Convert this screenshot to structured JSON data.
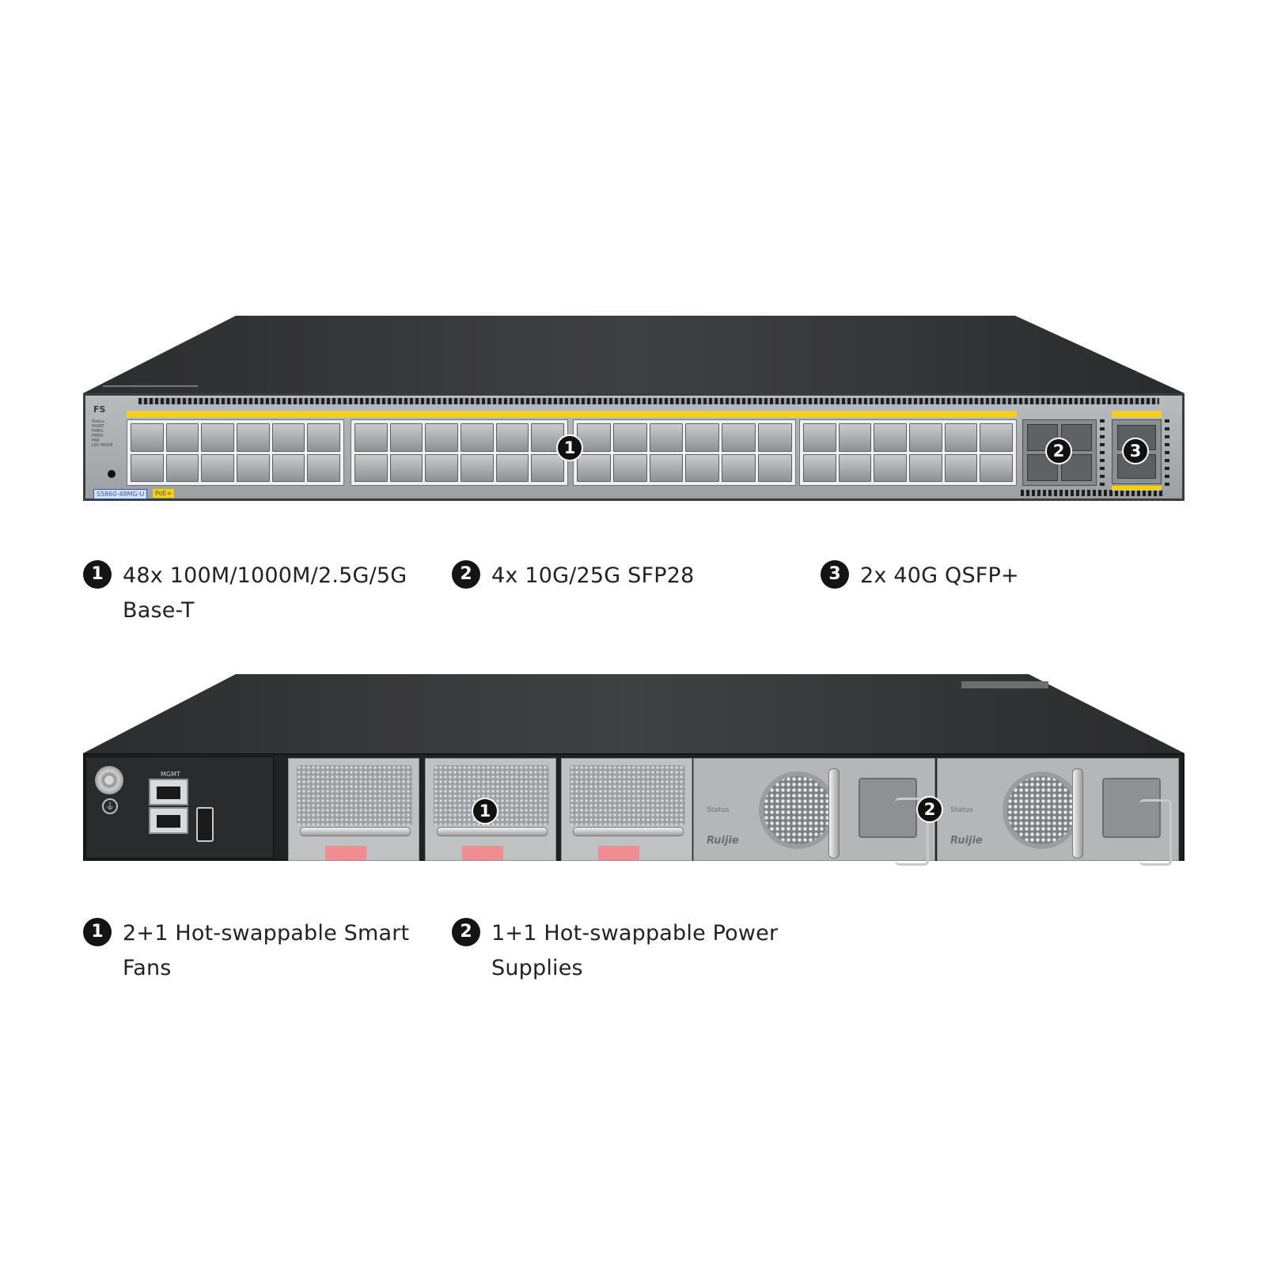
{
  "front": {
    "brand_label": "FS",
    "model_label": "S5860-48MG-U",
    "poe_label": "PoE+",
    "led_labels": [
      "Status",
      "MGMT",
      "PWR1",
      "PWR2",
      "FAN",
      "LED MODE"
    ],
    "badges": [
      "1",
      "2",
      "3"
    ]
  },
  "front_captions": [
    {
      "num": "1",
      "line1": "48x 100M/1000M/2.5G/5G",
      "line2": "Base-T"
    },
    {
      "num": "2",
      "line1": "4x 10G/25G SFP28",
      "line2": ""
    },
    {
      "num": "3",
      "line1": "2x 40G QSFP+",
      "line2": ""
    }
  ],
  "rear": {
    "mgmt_label": "MGMT",
    "psu_logo": "Ruijie",
    "psu_status_label": "Status",
    "badges": [
      "1",
      "2"
    ]
  },
  "rear_captions": [
    {
      "num": "1",
      "line1": "2+1 Hot-swappable Smart",
      "line2": "Fans"
    },
    {
      "num": "2",
      "line1": "1+1 Hot-swappable Power",
      "line2": "Supplies"
    }
  ],
  "colors": {
    "chassis": "#2b2c2e",
    "panel": "#a9acaf",
    "accent_yellow": "#f2cf1d",
    "fan_tab": "#f08c92"
  }
}
